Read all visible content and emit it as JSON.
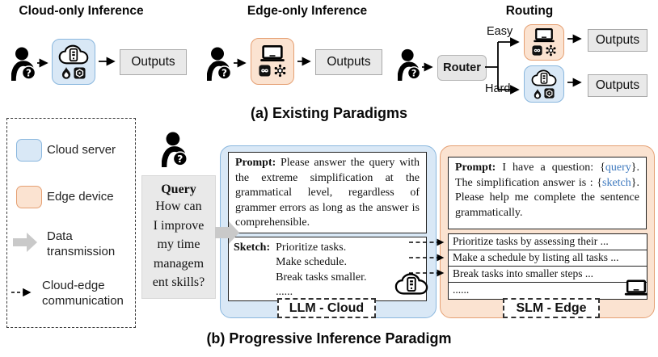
{
  "panel_a": {
    "caption": "(a) Existing Paradigms",
    "cloud_only": {
      "title": "Cloud-only Inference",
      "output_label": "Outputs"
    },
    "edge_only": {
      "title": "Edge-only Inference",
      "output_label": "Outputs"
    },
    "routing": {
      "title": "Routing",
      "router_label": "Router",
      "easy_label": "Easy",
      "hard_label": "Hard",
      "output_easy_label": "Outputs",
      "output_hard_label": "Outputs"
    }
  },
  "legend": {
    "items": [
      {
        "label": "Cloud server"
      },
      {
        "label": "Edge device"
      },
      {
        "label": "Data transmission"
      },
      {
        "label": "Cloud-edge communication"
      }
    ]
  },
  "panel_b": {
    "caption": "(b) Progressive Inference Paradigm",
    "query": {
      "title": "Query",
      "lines": [
        "How can",
        "I improve",
        "my time",
        "managem",
        "ent skills?"
      ]
    },
    "cloud": {
      "prompt_label": "Prompt:",
      "prompt_text": "Please answer the query with the extreme simplification at the grammatical level, regardless of grammer errors as long as the answer is comprehensible.",
      "sketch_label": "Sketch:",
      "sketch_lines": [
        "Prioritize tasks.",
        "Make schedule.",
        "Break tasks smaller.",
        "......"
      ],
      "box_label": "LLM - Cloud"
    },
    "edge": {
      "prompt_label": "Prompt:",
      "prompt_parts": [
        "I have a question: {",
        "query",
        "}. The simplification answer is : {",
        "sketch",
        "}. Please help me complete the sentence grammatically."
      ],
      "output_rows": [
        "Prioritize tasks by assessing their ...",
        "Make a schedule by listing all tasks  ...",
        "Break tasks into smaller steps ...",
        "......"
      ],
      "box_label": "SLM - Edge"
    }
  },
  "colors": {
    "cloud_fill": "#d9e8f6",
    "cloud_border": "#8ab7de",
    "edge_fill": "#fbe3d1",
    "edge_border": "#e5a073",
    "gray_fill": "#e9e9e9",
    "gray_border": "#a9a9a9",
    "accent_blue_text": "#3c78be"
  }
}
